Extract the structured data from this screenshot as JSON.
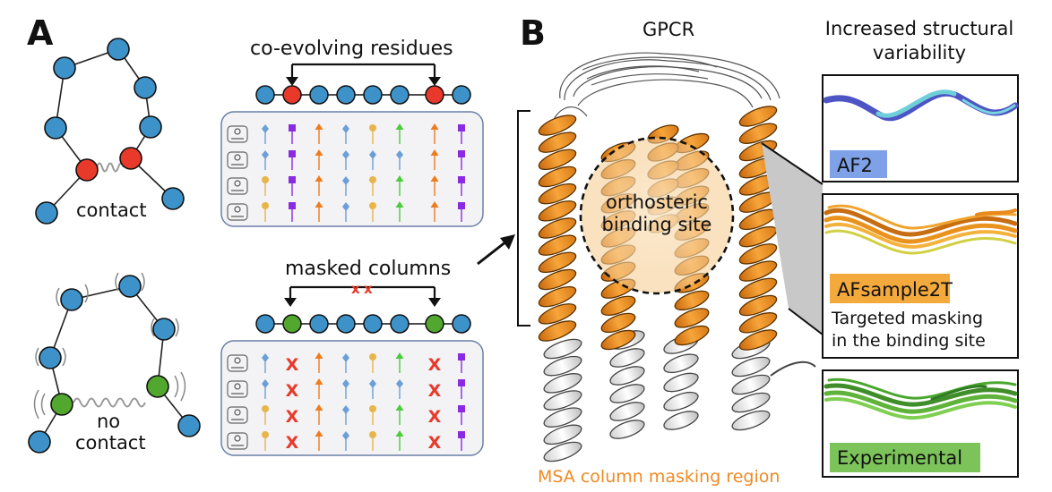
{
  "panel_a": {
    "letter": "A",
    "contact_label": "contact",
    "no_contact_label_1": "no",
    "no_contact_label_2": "contact",
    "coevolving_label": "co-evolving residues",
    "masked_label": "masked columns",
    "mask_mark": "x",
    "x_mark": "x"
  },
  "panel_b": {
    "letter": "B",
    "gpcr_label": "GPCR",
    "site_label_1": "orthosteric",
    "site_label_2": "binding site",
    "variability_label_1": "Increased structural",
    "variability_label_2": "variability",
    "af2_label": "AF2",
    "afsample_label": "AFsample2T",
    "targeted_1": "Targeted masking",
    "targeted_2": "in the binding site",
    "experimental_label": "Experimental",
    "region_label": "MSA column masking region"
  },
  "colors": {
    "blue_node": "#3d93c9",
    "red_node": "#e8392a",
    "green_node": "#52a72f",
    "helix_orange": "#f09a25",
    "af2_box": "#7ea1e8",
    "afsample_box": "#f4a93c",
    "experimental_box": "#7cc35a",
    "region_text": "#f08a24"
  }
}
